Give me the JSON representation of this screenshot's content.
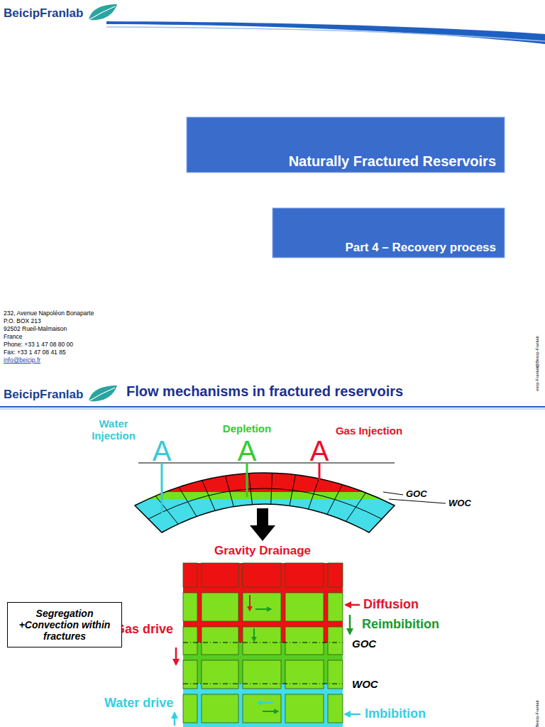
{
  "diagram": {
    "title": "Flow mechanisms in fractured reservoirs",
    "nodes": [
      {
        "text": [
          "Naturally Fractured Reservoirs"
        ]
      },
      {
        "text": [
          "Part 4 – Recovery process"
        ]
      },
      {
        "text": [
          "Segregation +Convection within fractures"
        ]
      }
    ],
    "labels": [
      "BeicipFranlab",
      "232, Avenue Napoléon Bonaparte",
      "P.O. BOX 213",
      "92502 Rueil-Malmaison",
      "France",
      "Phone: +33 1 47 08 80 00",
      "Fax: +33 1 47 08 41 85",
      "info@beicip.fr",
      "@Beicip-Franlab",
      "BeicipFranlab",
      "eicip-Franlab",
      "Water Injection",
      "Depletion",
      "Gas Injection",
      "A",
      "A",
      "A",
      "GOC",
      "WOC",
      "Gravity Drainage",
      "Gas drive",
      "Diffusion",
      "Reimbibition",
      "GOC",
      "WOC",
      "Water drive",
      "Imbibition",
      "Beicip-Franlab"
    ]
  }
}
